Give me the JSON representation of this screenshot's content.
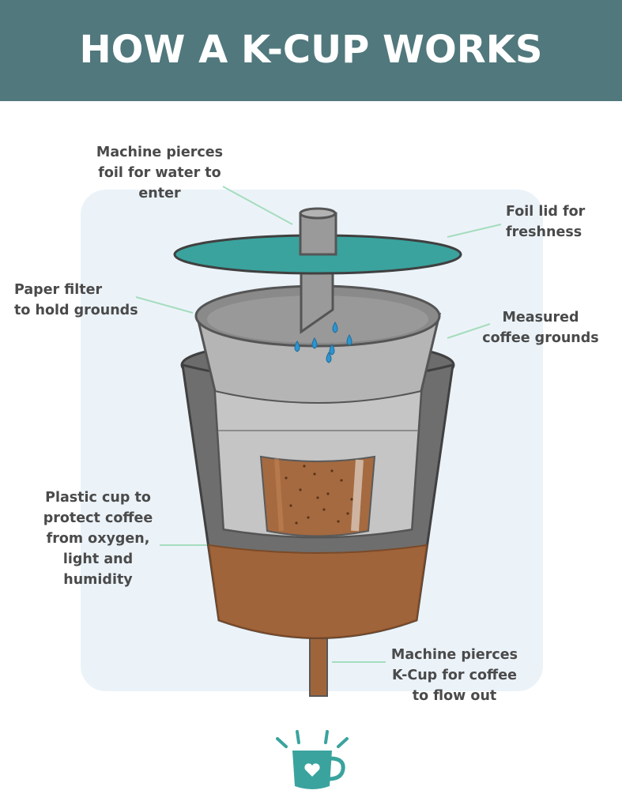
{
  "title": "HOW A K-CUP WORKS",
  "colors": {
    "header_bg": "#50787d",
    "panel_bg": "#ebf3f9",
    "teal_accent": "#3aa39e",
    "leader_line": "#a6dcbd",
    "coffee": "#a0643a",
    "water_drop": "#2d95cf"
  },
  "labels": {
    "pierce_foil": "Machine pierces\nfoil for water to\nenter",
    "foil_lid": "Foil lid for\nfreshness",
    "paper_filter": "Paper filter\nto hold grounds",
    "grounds": "Measured\ncoffee grounds",
    "plastic_cup": "Plastic cup to\nprotect coffee\nfrom oxygen,\nlight and\nhumidity",
    "pierce_cup": "Machine pierces\nK-Cup for coffee\nto flow out"
  },
  "logo_icon": "coffee-mug-heart-icon"
}
